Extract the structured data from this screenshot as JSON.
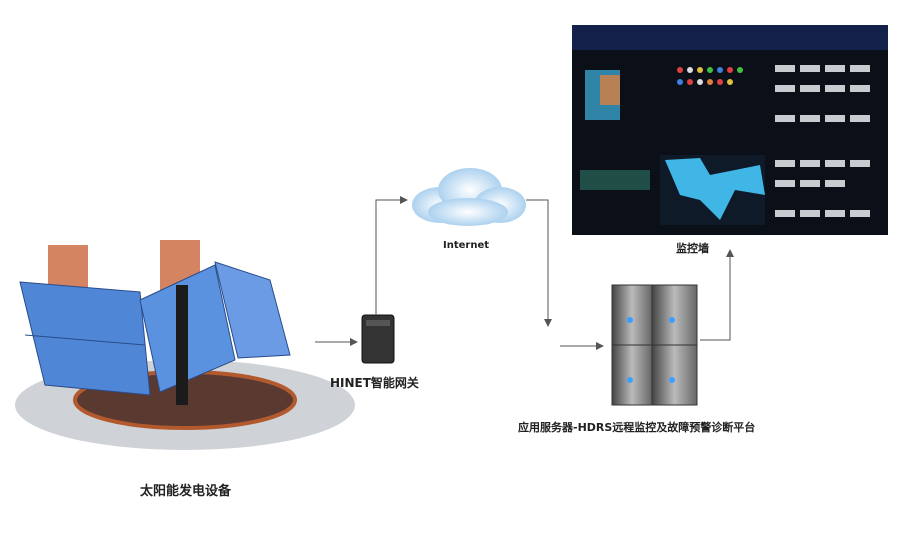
{
  "labels": {
    "solar": "太阳能发电设备",
    "gateway": "HINET智能网关",
    "internet": "Internet",
    "server": "应用服务器-HDRS远程监控及故障预警诊断平台",
    "monitor_wall": "监控墙"
  },
  "colors": {
    "panel": "#4f86d6",
    "screen": "#0b0f18",
    "map": "#3fb6e6",
    "line": "#555555"
  }
}
